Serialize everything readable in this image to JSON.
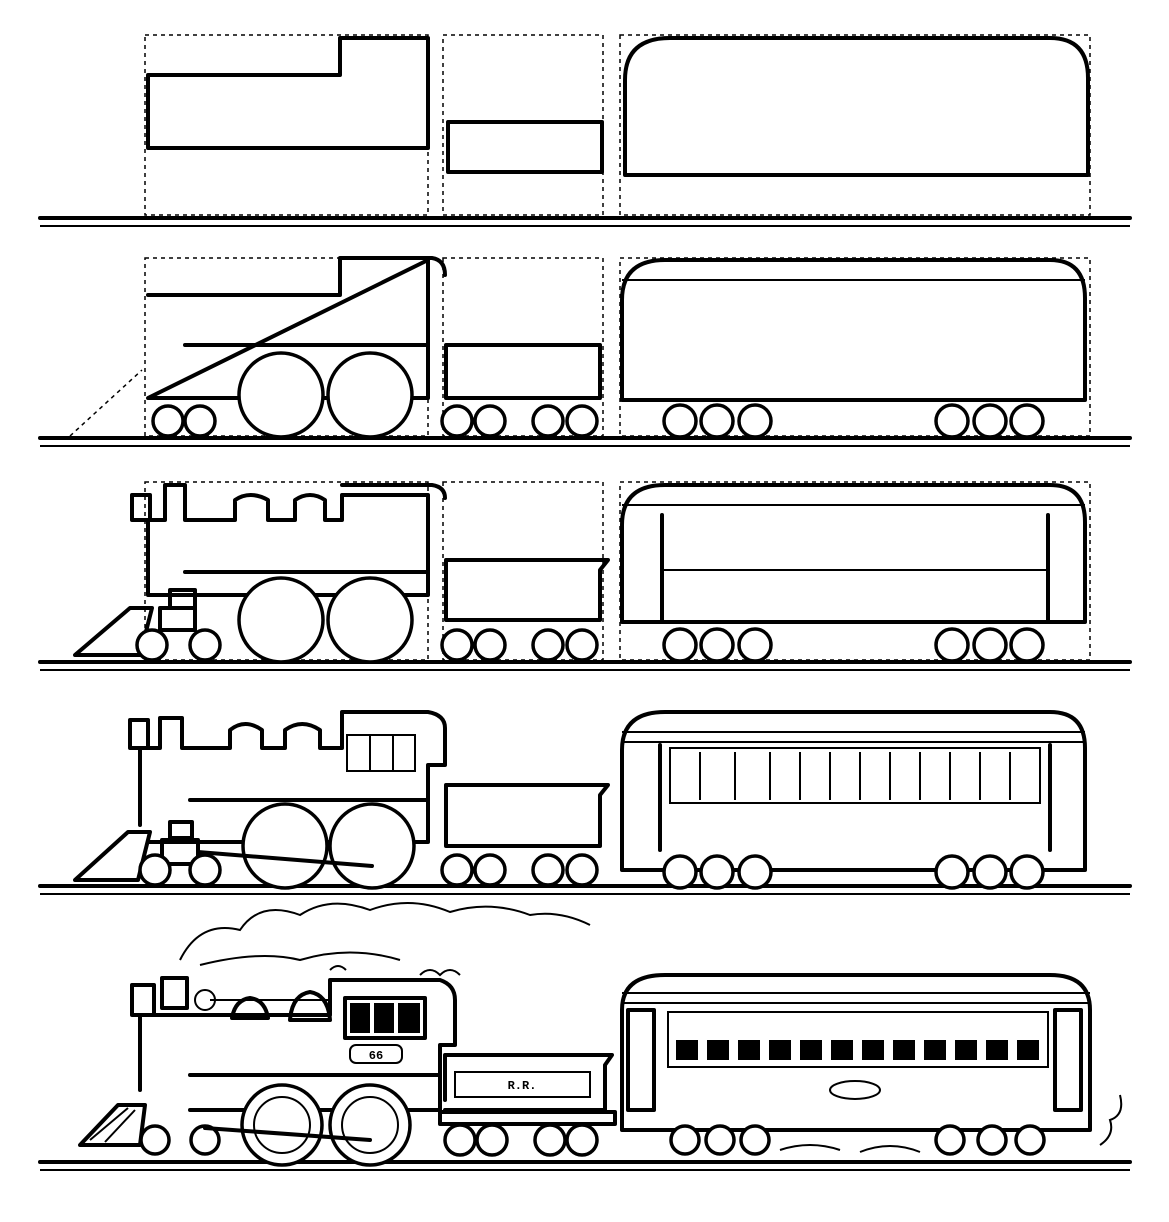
{
  "illustration": {
    "stages": 5,
    "cab_number": "66",
    "tender_lettering": "R.R."
  },
  "colors": {
    "ink": "#000000",
    "paper": "#ffffff"
  }
}
